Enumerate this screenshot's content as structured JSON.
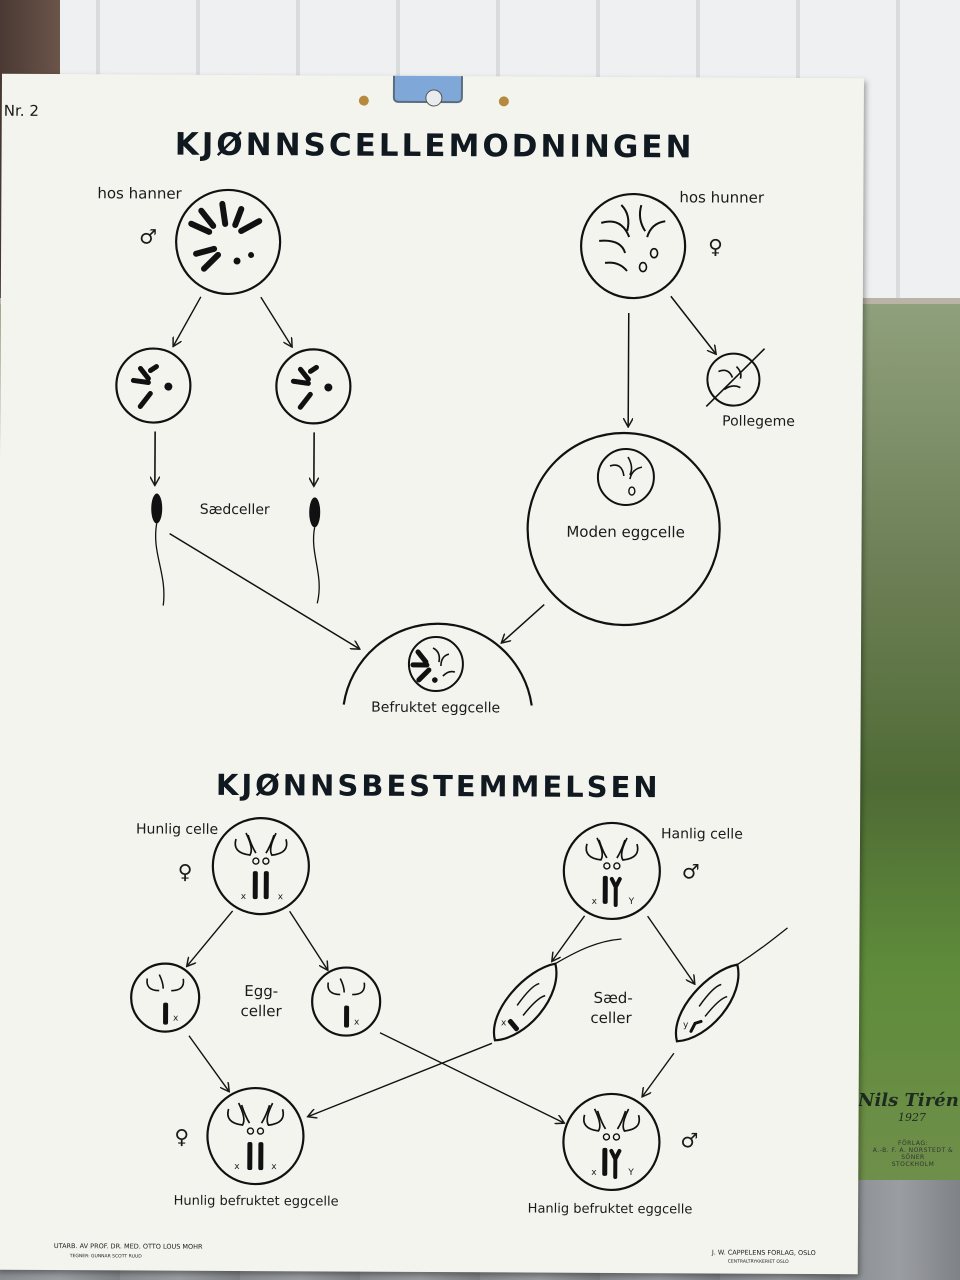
{
  "board_number": "Nr. 2",
  "section1": {
    "title": "KJØNNSCELLEMODNINGEN",
    "male_label": "hos hanner",
    "female_label": "hos hunner",
    "male_symbol": "♂",
    "female_symbol": "♀",
    "sperm_label": "Sædceller",
    "polar_label": "Pollegeme",
    "mature_egg_label": "Moden eggcelle",
    "fertilized_label": "Befruktet eggcelle"
  },
  "section2": {
    "title": "KJØNNSBESTEMMELSEN",
    "female_cell_label": "Hunlig celle",
    "male_cell_label": "Hanlig celle",
    "egg_cells_line1": "Egg-",
    "egg_cells_line2": "celler",
    "sperm_cells_line1": "Sæd-",
    "sperm_cells_line2": "celler",
    "female_fertilized_label": "Hunlig befruktet eggcelle",
    "male_fertilized_label": "Hanlig befruktet eggcelle",
    "x": "x",
    "y": "Y",
    "y_small": "y"
  },
  "footer": {
    "left_line1": "UTARB. AV PROF. DR. MED. OTTO LOUS MOHR",
    "left_line2": "TEGNER: GUNNAR SCOTT RUUD",
    "right_line1": "J. W. CAPPELENS FORLAG, OSLO",
    "right_line2": "CENTRALTRYKKERIET OSLO"
  },
  "painting": {
    "signature": "Nils Tirén",
    "year": "1927",
    "label_line1": "FÖRLAG:",
    "label_line2": "A.-B. F. A. NORSTEDT & SÖNER",
    "label_line3": "STOCKHOLM"
  }
}
